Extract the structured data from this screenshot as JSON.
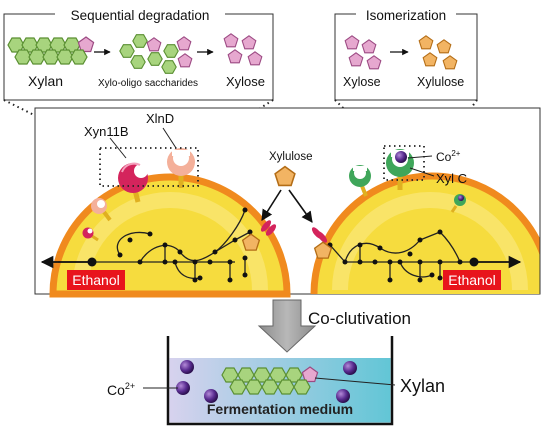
{
  "inset_left": {
    "title": "Sequential degradation",
    "labels": {
      "xylan": "Xylan",
      "xos": "Xylo-oligo saccharides",
      "xylose": "Xylose"
    }
  },
  "inset_right": {
    "title": "Isomerization",
    "labels": {
      "xylose": "Xylose",
      "xylulose": "Xylulose"
    }
  },
  "main": {
    "enzymes": {
      "xyn11b": "Xyn11B",
      "xlnd": "XlnD",
      "xylc": "Xyl C"
    },
    "xylulose": "Xylulose",
    "cobalt": {
      "base": "Co",
      "sup": "2+"
    },
    "ethanol_left": "Ethanol",
    "ethanol_right": "Ethanol"
  },
  "arrow_label": "Co-clutivation",
  "medium": {
    "label": "Fermentation medium",
    "xylan": "Xylan",
    "cobalt": {
      "base": "Co",
      "sup": "2+"
    }
  },
  "colors": {
    "cell_fill": "#f6dc3e",
    "cell_rim": "#f08a1e",
    "xylose_pentagon": "#e6a8cf",
    "xylulose_pentagon": "#f2b463",
    "xylan_hexagon": "#a8d47e",
    "cobalt": "#5a2d91",
    "ethanol_box": "#e8141c",
    "medium_gradient": [
      "#c9c9e8",
      "#6fcbd8"
    ]
  }
}
